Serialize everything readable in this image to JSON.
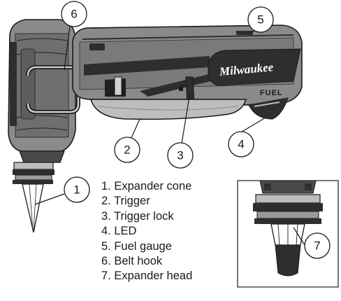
{
  "callouts": [
    {
      "number": "1",
      "label": "Expander cone"
    },
    {
      "number": "2",
      "label": "Trigger"
    },
    {
      "number": "3",
      "label": "Trigger lock"
    },
    {
      "number": "4",
      "label": "LED"
    },
    {
      "number": "5",
      "label": "Fuel gauge"
    },
    {
      "number": "6",
      "label": "Belt hook"
    },
    {
      "number": "7",
      "label": "Expander head"
    }
  ],
  "legend": [
    "1. Expander cone",
    "2. Trigger",
    "3. Trigger lock",
    "4. LED",
    "5. Fuel gauge",
    "6. Belt hook",
    "7. Expander head"
  ],
  "tool_branding": {
    "brand": "Milwaukee",
    "badge": "FUEL"
  },
  "colors": {
    "line": "#1a1a1a",
    "body_gray": "#8a8a8a",
    "dark_gray": "#2e2e2e",
    "light_gray": "#bdbdbd",
    "background": "#ffffff"
  }
}
